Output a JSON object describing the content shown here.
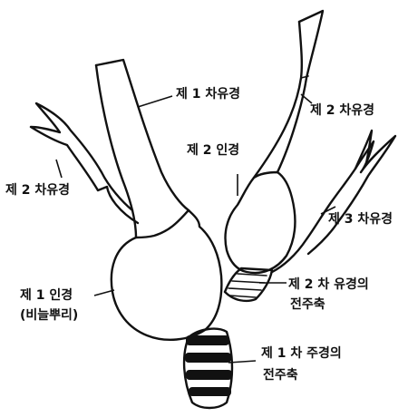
{
  "labels": {
    "secondary_tiller_right": "제 2 차유경",
    "primary_tiller": "제 1 차유경",
    "secondary_internode": "제 2 인경",
    "secondary_tiller_left": "제 2 차유경",
    "tertiary_tiller": "제 3 차유경",
    "first_internode_line1": "제 1 인경",
    "first_internode_line2": "(비늘뿌리)",
    "secondary_axis_line1": "제 2 차  유경의",
    "secondary_axis_line2": "전주축",
    "primary_axis_line1": "제 1 차  주경의",
    "primary_axis_line2": "전주축"
  }
}
